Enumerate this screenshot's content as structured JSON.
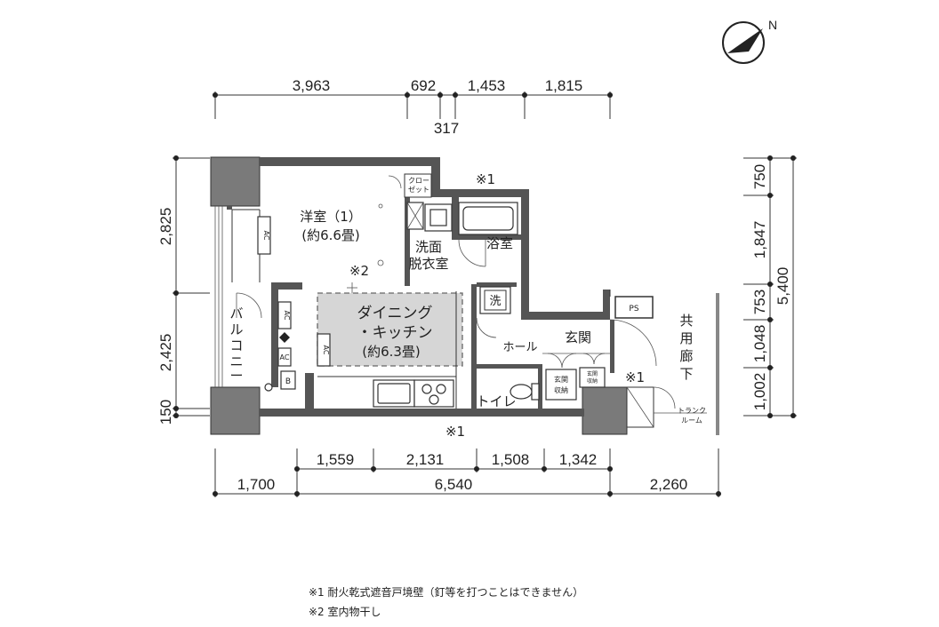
{
  "compass": {
    "label": "N",
    "icon": "north-arrow-icon"
  },
  "dimensions": {
    "top": [
      "3,963",
      "692",
      "1,453",
      "1,815"
    ],
    "top_sub": "317",
    "bottom_inner": [
      "1,559",
      "2,131",
      "1,508",
      "1,342"
    ],
    "bottom_outer": [
      "1,700",
      "6,540",
      "2,260"
    ],
    "left": [
      "2,825",
      "2,425",
      "150"
    ],
    "right_inner": [
      "750",
      "1,847",
      "753",
      "1,048",
      "1,002"
    ],
    "right_total": "5,400"
  },
  "rooms": {
    "western_room": {
      "name": "洋室（1）",
      "area": "(約6.6畳)"
    },
    "dining_kitchen": {
      "name_line1": "ダイニング",
      "name_line2": "・キッチン",
      "area": "(約6.3畳)"
    },
    "washroom": {
      "line1": "洗面",
      "line2": "脱衣室"
    },
    "bathroom": "浴室",
    "hall": "ホール",
    "entrance": "玄関",
    "toilet": "トイレ",
    "balcony": [
      "バ",
      "ル",
      "コ",
      "ニ",
      "ー"
    ],
    "corridor": [
      "共",
      "用",
      "廊",
      "下"
    ]
  },
  "labels": {
    "closet": [
      "クロー",
      "ゼット"
    ],
    "ac": "AC",
    "washer": "洗",
    "ps": "PS",
    "b": "B",
    "entrance_storage": [
      "玄関",
      "収納"
    ],
    "entrance_storage2": [
      "玄関",
      "収納"
    ],
    "trunk_room": [
      "トランク",
      "ルーム"
    ],
    "note_mark_1": "※1",
    "note_mark_2": "※2"
  },
  "notes": [
    "※1 耐火乾式遮音戸境壁（釘等を打つことはできません）",
    "※2 室内物干し"
  ]
}
